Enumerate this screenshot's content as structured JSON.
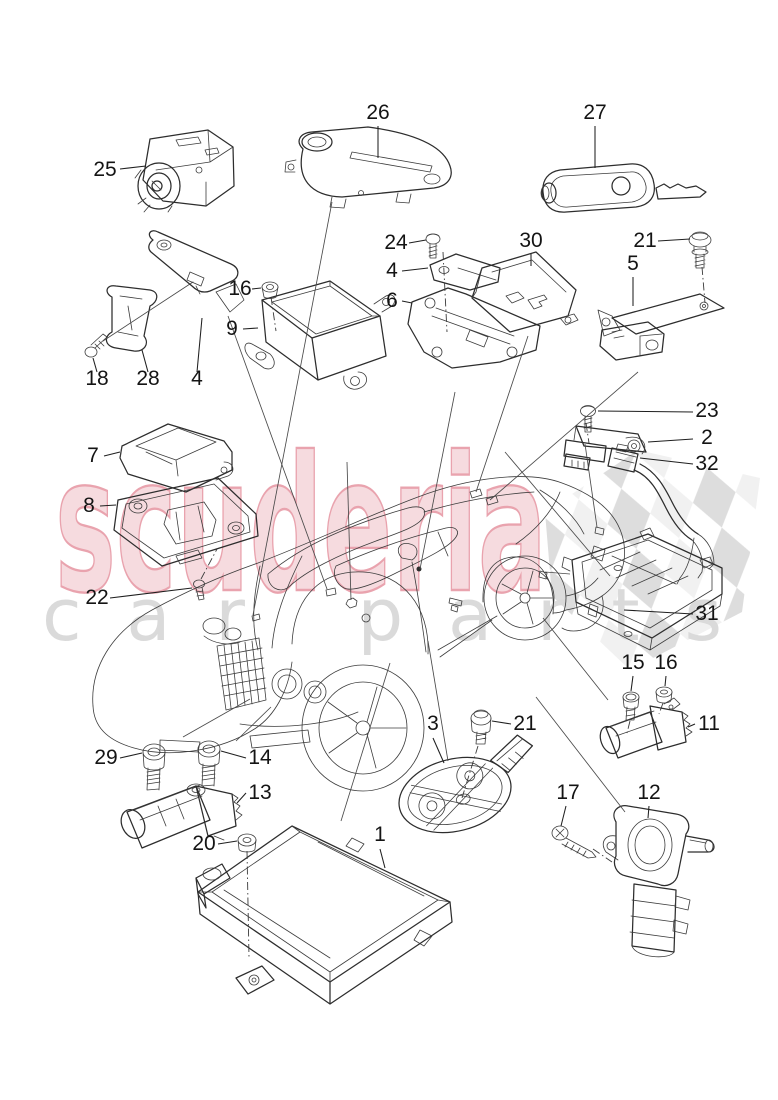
{
  "figure": {
    "type": "exploded-parts-diagram",
    "subject": "anti-theft / sensor system parts with coupe line drawing"
  },
  "watermark": {
    "line1": "scuderia",
    "line2": "car parts",
    "pink_fill": "#f6d8dc",
    "pink_outline": "#e79aa6",
    "gray_letters": "#d9d9d9",
    "checker_dark": "#d9d9d9",
    "checker_light": "#efefef"
  },
  "callouts": [
    {
      "text": "25",
      "kind": "ignition-lock"
    },
    {
      "text": "26",
      "kind": "mounting-bracket"
    },
    {
      "text": "27",
      "kind": "remote-key"
    },
    {
      "text": "24",
      "kind": "screw"
    },
    {
      "text": "4",
      "kind": "retaining-bracket"
    },
    {
      "text": "6",
      "kind": "mounting-plate"
    },
    {
      "text": "30",
      "kind": "bracket-plate"
    },
    {
      "text": "21",
      "kind": "hex-bolt"
    },
    {
      "text": "5",
      "kind": "antenna-module-bracket"
    },
    {
      "text": "16",
      "kind": "hex-nut"
    },
    {
      "text": "9",
      "kind": "airbag-control-unit"
    },
    {
      "text": "18",
      "kind": "screw"
    },
    {
      "text": "28",
      "kind": "bracket"
    },
    {
      "text": "4",
      "kind": "retaining-bracket"
    },
    {
      "text": "7",
      "kind": "control-module"
    },
    {
      "text": "8",
      "kind": "module-bracket"
    },
    {
      "text": "22",
      "kind": "screw"
    },
    {
      "text": "23",
      "kind": "screw"
    },
    {
      "text": "2",
      "kind": "sensor-bracket"
    },
    {
      "text": "32",
      "kind": "wiring-harness"
    },
    {
      "text": "31",
      "kind": "mounting-tray"
    },
    {
      "text": "15",
      "kind": "bolt"
    },
    {
      "text": "16",
      "kind": "hex-nut"
    },
    {
      "text": "11",
      "kind": "crash-sensor"
    },
    {
      "text": "29",
      "kind": "socket-bolt"
    },
    {
      "text": "14",
      "kind": "socket-bolt"
    },
    {
      "text": "13",
      "kind": "crash-sensor"
    },
    {
      "text": "20",
      "kind": "hex-nut"
    },
    {
      "text": "1",
      "kind": "control-unit"
    },
    {
      "text": "3",
      "kind": "alarm-siren"
    },
    {
      "text": "21",
      "kind": "hex-bolt"
    },
    {
      "text": "17",
      "kind": "screw"
    },
    {
      "text": "12",
      "kind": "impact-sensor"
    }
  ]
}
